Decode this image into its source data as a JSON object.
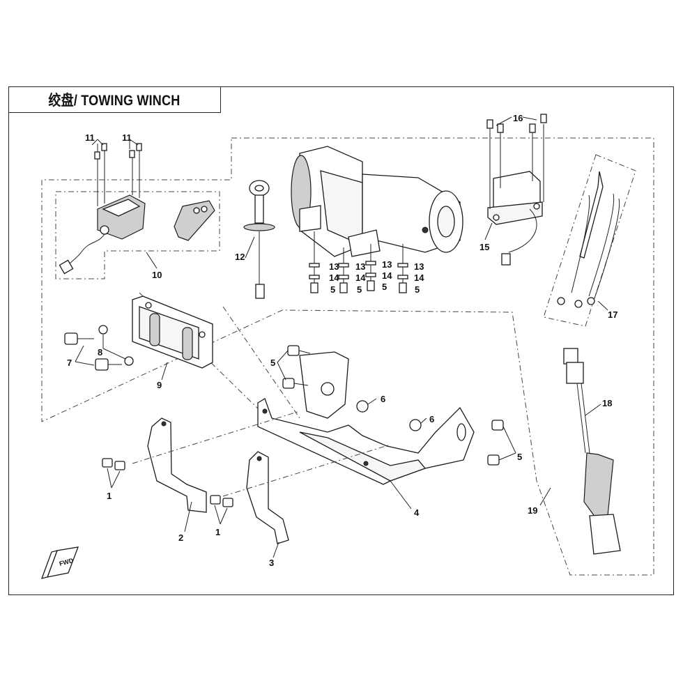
{
  "title": "绞盘/ TOWING WINCH",
  "callouts": {
    "c1a": "1",
    "c1b": "1",
    "c2": "2",
    "c3": "3",
    "c4": "4",
    "c5_winch1": "5",
    "c5_winch2": "5",
    "c5_winch3": "5",
    "c5_winch4": "5",
    "c5_plate": "5",
    "c5_frame": "5",
    "c6a": "6",
    "c6b": "6",
    "c7": "7",
    "c8": "8",
    "c9": "9",
    "c10": "10",
    "c11a": "11",
    "c11b": "11",
    "c12": "12",
    "c13a": "13",
    "c13b": "13",
    "c13c": "13",
    "c13d": "13",
    "c14a": "14",
    "c14b": "14",
    "c14c": "14",
    "c14d": "14",
    "c15": "15",
    "c16": "16",
    "c17": "17",
    "c18": "18",
    "c19": "19"
  },
  "fwd_marker": "FWD",
  "icons": [
    "fwd-arrow-icon"
  ]
}
